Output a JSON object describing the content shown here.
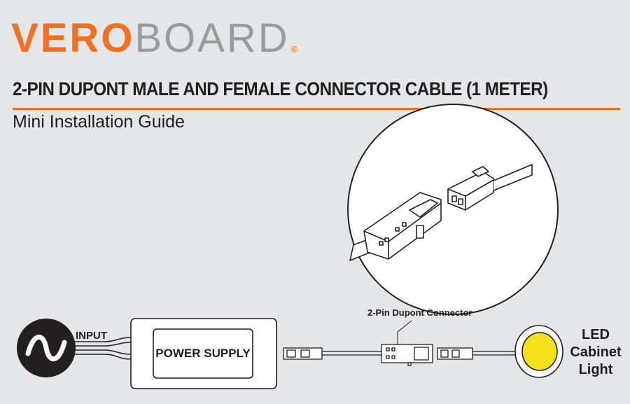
{
  "brand": {
    "part1": "VERO",
    "part2": "BOARD",
    "registered": "®"
  },
  "header": {
    "title": "2-PIN DUPONT MALE AND FEMALE CONNECTOR CABLE (1 METER)",
    "subtitle": "Mini Installation Guide"
  },
  "diagram": {
    "input_label": "INPUT",
    "power_supply_label": "POWER SUPPLY",
    "connector_label": "2-Pin Dupont Connector",
    "led_label": [
      "LED",
      "Cabinet",
      "Light"
    ],
    "colors": {
      "accent": "#f36f21",
      "led": "#f5e11a",
      "background": "#e4e6e7"
    }
  }
}
